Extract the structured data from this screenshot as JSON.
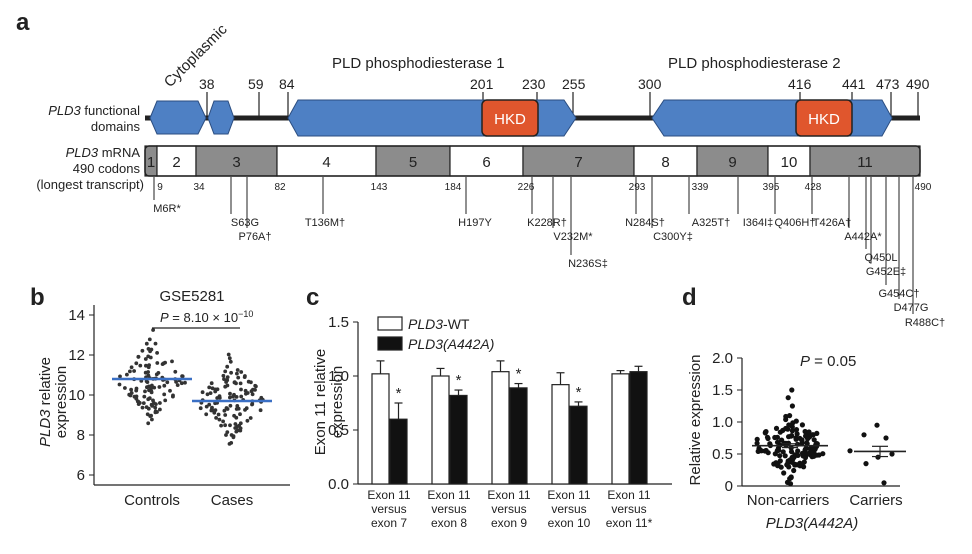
{
  "panel_a": {
    "letter": "a",
    "domain_labels": [
      "Cytoplasmic",
      "PLD phosphodiesterase 1",
      "PLD phosphodiesterase 2"
    ],
    "hkd_label": "HKD",
    "domain_ticks": [
      "38",
      "59",
      "84",
      "201",
      "230",
      "255",
      "300",
      "416",
      "441",
      "473",
      "490"
    ],
    "row1_label": {
      "gene": "PLD3",
      "rest": " functional",
      "line2": "domains"
    },
    "row2_label": {
      "gene": "PLD3",
      "rest": " mRNA",
      "line2": "490 codons",
      "line3": "(longest transcript)"
    },
    "exons": [
      "1",
      "2",
      "3",
      "4",
      "5",
      "6",
      "7",
      "8",
      "9",
      "10",
      "11"
    ],
    "exon_boundaries": [
      "9",
      "34",
      "82",
      "143",
      "184",
      "226",
      "293",
      "339",
      "395",
      "428",
      "490"
    ],
    "variants": [
      "M6R*",
      "S63G",
      "P76A†",
      "T136M†",
      "H197Y",
      "K228R†",
      "V232M*",
      "N236S‡",
      "N284S†",
      "C300Y‡",
      "A325T†",
      "I364I‡",
      "Q406H†",
      "T426A†",
      "A442A*",
      "Q450L",
      "G452E‡",
      "G454C†",
      "D477G",
      "R488C†"
    ]
  },
  "chart_data": [
    {
      "panel": "b",
      "type": "scatter",
      "title": "GSE5281",
      "ylabel": "PLD3 relative expression",
      "ylabel_gene": "PLD3",
      "ylabel_rest": " relative",
      "ylabel_line2": "expression",
      "categories": [
        "Controls",
        "Cases"
      ],
      "ylim": [
        5.5,
        14.5
      ],
      "yticks": [
        "6",
        "8",
        "10",
        "12",
        "14"
      ],
      "means": [
        10.8,
        9.7
      ],
      "annotation": "P = 8.10 × 10",
      "annotation_exp": "−10",
      "point_color": "#333333",
      "mean_color": "#3a6fc4"
    },
    {
      "panel": "c",
      "type": "bar",
      "ylabel": "Exon 11 relative expression",
      "ylabel_line1": "Exon 11 relative",
      "ylabel_line2": "expression",
      "ylim": [
        0,
        1.5
      ],
      "yticks": [
        "0.0",
        "0.5",
        "1.0",
        "1.5"
      ],
      "categories": [
        [
          "Exon 11",
          "versus",
          "exon 7"
        ],
        [
          "Exon 11",
          "versus",
          "exon 8"
        ],
        [
          "Exon 11",
          "versus",
          "exon 9"
        ],
        [
          "Exon 11",
          "versus",
          "exon 10"
        ],
        [
          "Exon 11",
          "versus",
          "exon 11*"
        ]
      ],
      "series": [
        {
          "name": "PLD3-WT",
          "name_gene": "PLD3",
          "name_rest": "-WT",
          "values": [
            1.02,
            1.0,
            1.04,
            0.92,
            1.02
          ],
          "errors": [
            0.12,
            0.07,
            0.1,
            0.11,
            0.03
          ],
          "color": "#ffffff"
        },
        {
          "name": "PLD3(A442A)",
          "name_gene": "PLD3(A442A)",
          "name_rest": "",
          "values": [
            0.6,
            0.82,
            0.89,
            0.72,
            1.04
          ],
          "errors": [
            0.15,
            0.05,
            0.04,
            0.04,
            0.05
          ],
          "color": "#111111"
        }
      ],
      "significance": [
        "*",
        "*",
        "*",
        "*",
        ""
      ]
    },
    {
      "panel": "d",
      "type": "scatter",
      "ylabel": "Relative expression",
      "xlabel": "PLD3(A442A)",
      "categories": [
        "Non-carriers",
        "Carriers"
      ],
      "ylim": [
        0,
        2.0
      ],
      "yticks": [
        "0",
        "0.5",
        "1.0",
        "1.5",
        "2.0"
      ],
      "means": [
        0.63,
        0.54
      ],
      "errors": [
        0.03,
        0.08
      ],
      "carrier_points": [
        0.95,
        0.8,
        0.75,
        0.55,
        0.5,
        0.45,
        0.35,
        0.05
      ],
      "annotation": "P = 0.05"
    }
  ],
  "panel_letters": {
    "b": "b",
    "c": "c",
    "d": "d"
  }
}
